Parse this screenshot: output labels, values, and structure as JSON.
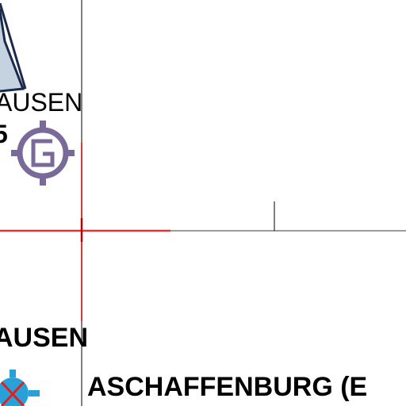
{
  "map": {
    "labels": {
      "top": "AUSEN",
      "top_sub": "5",
      "middle": "AUSEN",
      "bottom": "ASCHAFFENBURG (E"
    },
    "symbols": {
      "fix_waypoint": {
        "icon": "gps-waypoint-icon",
        "letter": "G",
        "color": "#7a6a9a"
      },
      "vor_station": {
        "icon": "vor-crossed-icon",
        "color": "#2aa0d8",
        "cross_color": "#e02020"
      },
      "airspace": {
        "icon": "airspace-polygon-icon",
        "fill": "#c5d3e1",
        "stroke": "#1a2a4a"
      }
    },
    "colors": {
      "runway_highlight": "#d23a3a",
      "grid_line": "#000000",
      "track_line": "#7a7a7a"
    }
  }
}
